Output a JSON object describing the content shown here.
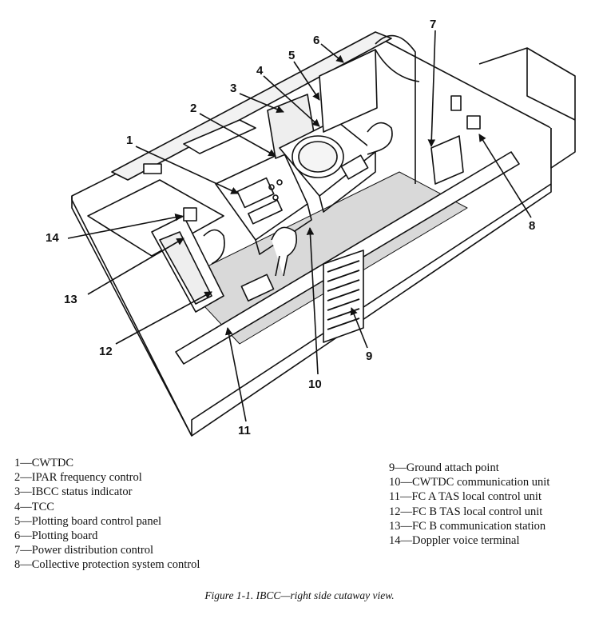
{
  "callouts": {
    "c1": "1",
    "c2": "2",
    "c3": "3",
    "c4": "4",
    "c5": "5",
    "c6": "6",
    "c7": "7",
    "c8": "8",
    "c9": "9",
    "c10": "10",
    "c11": "11",
    "c12": "12",
    "c13": "13",
    "c14": "14"
  },
  "legend_left": [
    "1—CWTDC",
    "2—IPAR frequency control",
    "3—IBCC status indicator",
    "4—TCC",
    "5—Plotting board control panel",
    "6—Plotting board",
    "7—Power distribution control",
    "8—Collective protection system control"
  ],
  "legend_right": [
    "9—Ground attach point",
    "10—CWTDC communication unit",
    "11—FC A TAS local control unit",
    "12—FC B TAS local control unit",
    "13—FC B communication station",
    "14—Doppler voice terminal"
  ],
  "caption": "Figure 1-1.  IBCC—right side cutaway view."
}
